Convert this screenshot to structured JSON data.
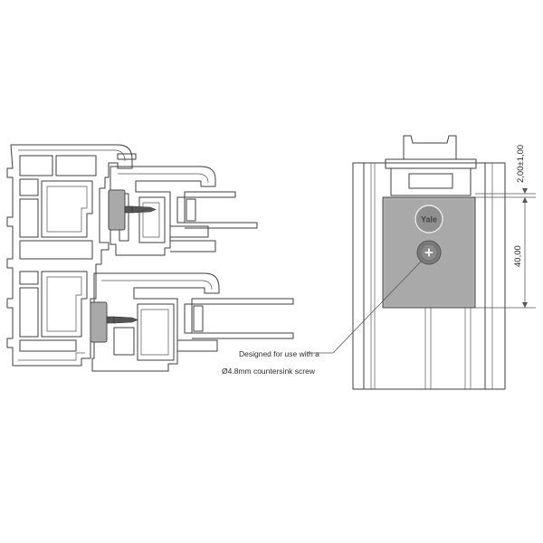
{
  "figure": {
    "product_brand": "Yale",
    "dimensions": {
      "top_offset": "2,00±1,00",
      "keep_height": "40,00"
    },
    "callout": {
      "line1": "Designed for use with a",
      "line2": "Ø4.8mm countersink screw"
    }
  },
  "colors": {
    "line": "#3d3d3d",
    "keep_fill": "#a9a9a9",
    "background": "#ffffff"
  }
}
